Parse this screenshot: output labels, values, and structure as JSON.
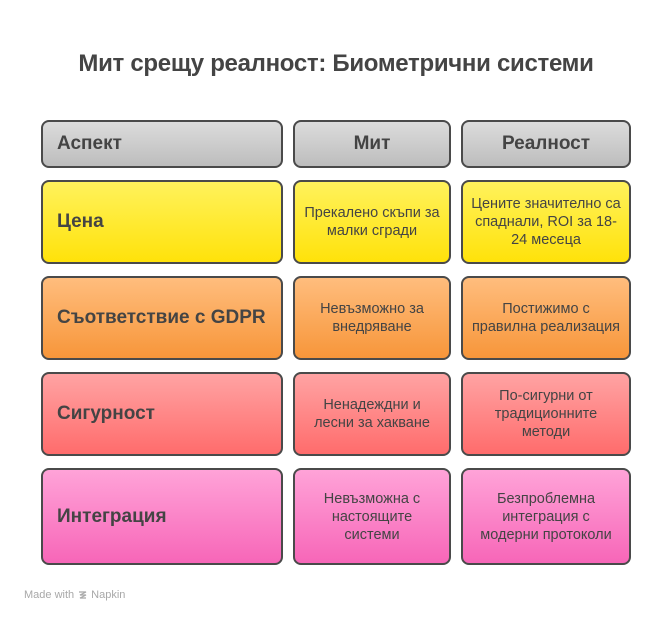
{
  "title": "Мит срещу реалност: Биометрични системи",
  "headers": [
    "Аспект",
    "Мит",
    "Реалност"
  ],
  "rows": [
    {
      "aspect": "Цена",
      "myth": "Прекалено скъпи за малки сгради",
      "reality": "Цените значително са спаднали, ROI за 18-24 месеца",
      "color_top": "#fff25c",
      "color_bottom": "#ffe20a"
    },
    {
      "aspect": "Съответствие с GDPR",
      "myth": "Невъзможно за внедряване",
      "reality": "Постижимо с правилна реализация",
      "color_top": "#ffbd7d",
      "color_bottom": "#f7963a"
    },
    {
      "aspect": "Сигурност",
      "myth": "Ненадеждни и лесни за хакване",
      "reality": "По-сигурни от традиционните методи",
      "color_top": "#ffa3a3",
      "color_bottom": "#ff6c6c"
    },
    {
      "aspect": "Интеграция",
      "myth": "Невъзможна с настоящите системи",
      "reality": "Безпроблемна интеграция с модерни протоколи",
      "color_top": "#ffa3d8",
      "color_bottom": "#f766b8"
    }
  ],
  "footer": {
    "made_with": "Made with",
    "brand": "Napkin",
    "icon": "napkin-logo-icon"
  },
  "colors": {
    "header_fill": "#cfcfcf",
    "border": "#4a4a4a",
    "text": "#444444"
  }
}
